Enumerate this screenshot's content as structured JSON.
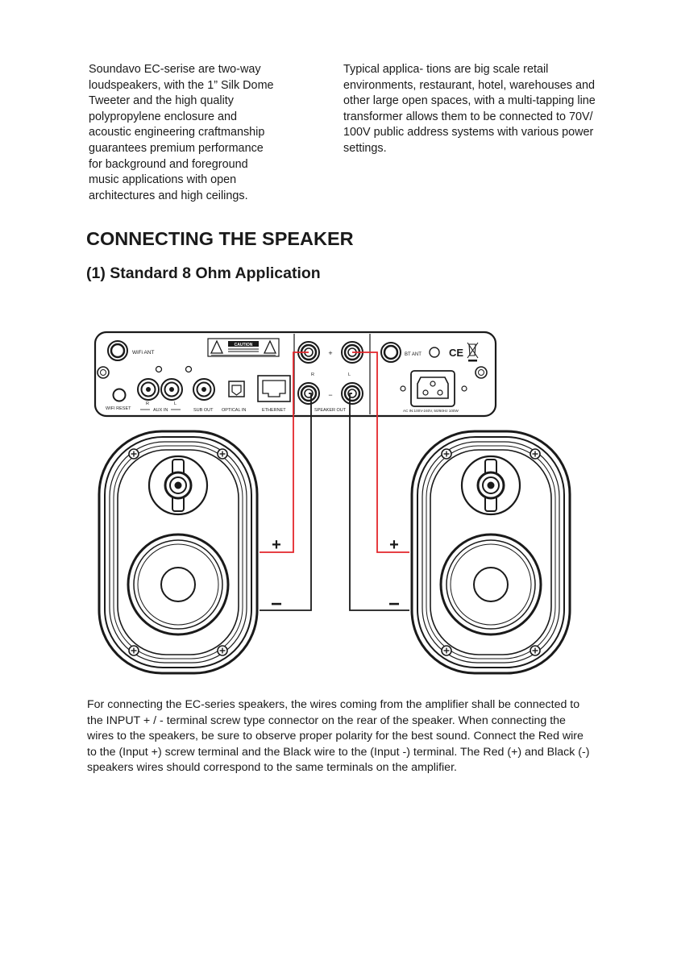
{
  "intro": {
    "left_lines": [
      "Soundavo EC-serise are two-way",
      "loudspeakers, with the 1” Silk Dome",
      "Tweeter and the high quality",
      "polypropylene enclosure and",
      "acoustic engineering craftmanship",
      "guarantees premium performance",
      "for background and foreground",
      "music applications with open",
      "architectures and high ceilings."
    ],
    "right_lines": [
      "Typical applica- tions are big scale retail",
      "environments, restaurant, hotel, warehouses and",
      "other large open spaces, with a multi-tapping line",
      "transformer allows them to be connected to 70V/",
      "100V public address systems with various power",
      "settings."
    ]
  },
  "section_title": "CONNECTING THE SPEAKER",
  "subsection_title": "(1) Standard 8 Ohm Application",
  "amplifier": {
    "wifi_ant": "WiFi ANT",
    "wifi_reset": "WIFI RESET",
    "aux_in": "AUX IN",
    "aux_r": "R",
    "aux_l": "L",
    "sub_out": "SUB OUT",
    "optical_in": "OPTICAL IN",
    "ethernet": "ETHERNET",
    "speaker_out": "SPEAKER OUT",
    "out_r": "R",
    "out_l": "L",
    "plus": "+",
    "minus": "−",
    "bt_ant": "BT ANT",
    "ce_mark": "CE",
    "caution": "CAUTION",
    "ac_label": "AC IN:100V-240V, 50/60Hz 100W"
  },
  "wire_labels": {
    "plus": "+",
    "minus": "−"
  },
  "wire_colors": {
    "positive": "#e3262b",
    "negative": "#1a1a1a"
  },
  "body_lines": [
    "For connecting the EC-series speakers, the wires coming from the amplifier shall be connected to",
    "the INPUT + / -  terminal screw type connector on the rear of the speaker. When connecting the",
    "wires to the speakers, be sure to observe proper polarity for the best sound. Connect the Red wire",
    "to the (Input +) screw terminal and the Black wire to the (Input -) terminal. The Red (+) and Black (-)",
    "speakers wires should correspond to the same terminals on the amplifier."
  ]
}
